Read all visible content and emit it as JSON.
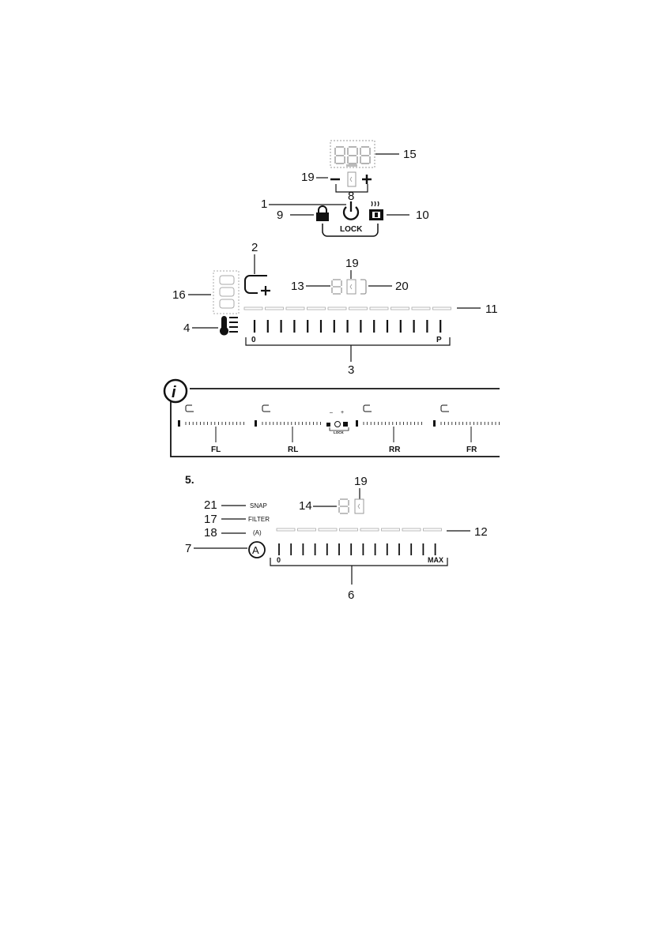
{
  "callouts": {
    "n1": "1",
    "n2": "2",
    "n3": "3",
    "n4": "4",
    "n6": "6",
    "n7": "7",
    "n8": "8",
    "n9": "9",
    "n10": "10",
    "n11": "11",
    "n12": "12",
    "n13": "13",
    "n14": "14",
    "n15": "15",
    "n16": "16",
    "n17": "17",
    "n18": "18",
    "n19": "19",
    "n20": "20",
    "n21": "21"
  },
  "panel_top": {
    "lock_label": "LOCK",
    "slider_min": "0",
    "slider_max": "P"
  },
  "info_panel": {
    "info_icon": "i",
    "lock_label": "LOCK",
    "zones": [
      "FL",
      "RL",
      "RR",
      "FR"
    ]
  },
  "hood_panel": {
    "section_number": "5.",
    "snap_label": "SNAP",
    "filter_label": "FILTER",
    "auto_label": "(A)",
    "auto_button": "A",
    "slider_min": "0",
    "slider_max": "MAX"
  },
  "icons": [
    "digit-display-icon",
    "minus-icon",
    "plus-icon",
    "power-icon",
    "lock-icon",
    "keep-warm-icon",
    "bridge-zone-icon",
    "thermometer-icon",
    "info-icon",
    "auto-icon",
    "timer-icon"
  ]
}
